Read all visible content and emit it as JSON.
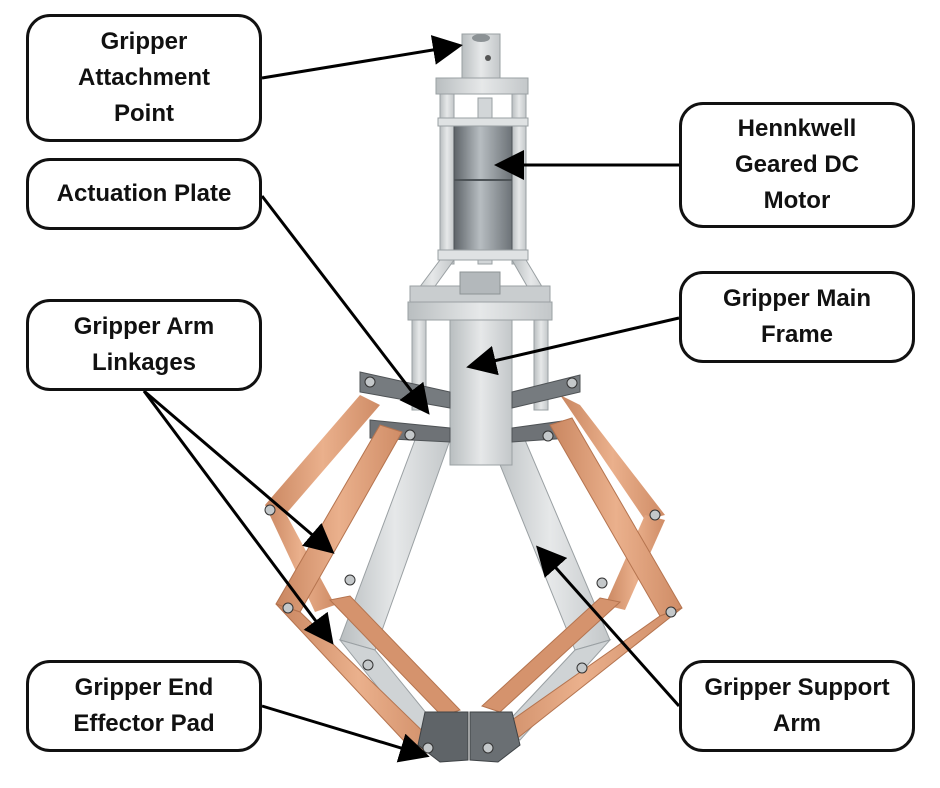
{
  "labels": {
    "attachment_point": "Gripper\nAttachment\nPoint",
    "motor": "Hennkwell\nGeared DC\nMotor",
    "actuation_plate": "Actuation Plate",
    "main_frame": "Gripper Main\nFrame",
    "arm_linkages": "Gripper Arm\nLinkages",
    "end_effector_pad": "Gripper End\nEffector Pad",
    "support_arm": "Gripper Support\nArm"
  },
  "colors": {
    "frame_grey": "#d9dcdd",
    "frame_shadow": "#aeb3b5",
    "wood": "#e2a07a",
    "wood_dark": "#c27d55",
    "dark_plate": "#6e7276",
    "motor_steel": "#8a9196",
    "arrow": "#000000"
  }
}
